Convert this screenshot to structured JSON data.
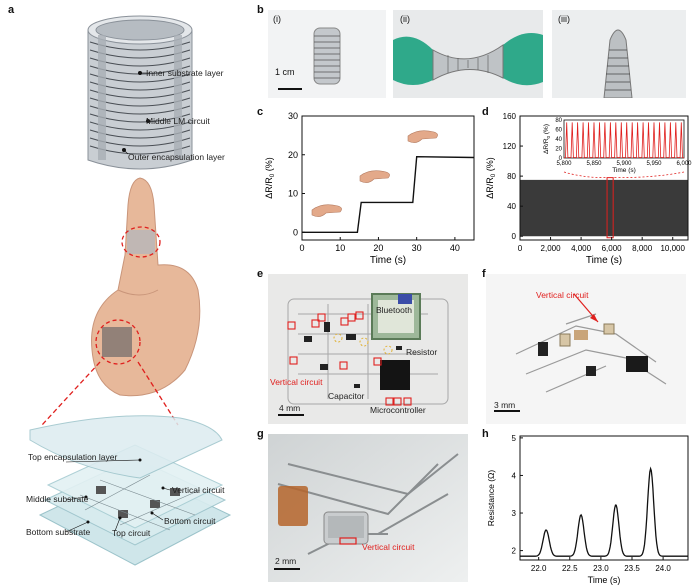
{
  "panels": {
    "a": "a",
    "b": "b",
    "c": "c",
    "d": "d",
    "e": "e",
    "f": "f",
    "g": "g",
    "h": "h"
  },
  "panel_a": {
    "top_labels": [
      "Inner substrate layer",
      "Middle LM circuit",
      "Outer encapsulation layer"
    ],
    "bottom_labels": [
      "Top encapsulation layer",
      "Middle substrate",
      "Bottom substrate",
      "Vertical circuit",
      "Bottom circuit",
      "Top circuit"
    ]
  },
  "panel_b": {
    "subs": [
      "(i)",
      "(ii)",
      "(iii)"
    ],
    "scale": "1 cm"
  },
  "panel_e": {
    "labels": {
      "bluetooth": "Bluetooth",
      "resistor": "Resistor",
      "vertical": "Vertical circuit",
      "capacitor": "Capacitor",
      "micro": "Microcontroller"
    },
    "scale": "4 mm"
  },
  "panel_f": {
    "vertical": "Vertical circuit",
    "scale": "3 mm"
  },
  "panel_g": {
    "vertical": "Vertical circuit",
    "scale": "2 mm"
  },
  "colors": {
    "red": "#e0201e",
    "black": "#111111"
  },
  "chart_data": [
    {
      "type": "line",
      "id": "c",
      "xlabel": "Time (s)",
      "ylabel": "ΔR/R0 (%)",
      "xlim": [
        0,
        45
      ],
      "ylim": [
        -2,
        30
      ],
      "xticks": [
        "0",
        "10",
        "20",
        "30",
        "40"
      ],
      "yticks": [
        "0",
        "10",
        "20",
        "30"
      ],
      "x": [
        0,
        14.5,
        15.5,
        29.0,
        30.0,
        45
      ],
      "series": [
        {
          "values": [
            0,
            0,
            7.7,
            7.7,
            19.5,
            19.3
          ]
        }
      ]
    },
    {
      "type": "line",
      "id": "d",
      "xlabel": "Time (s)",
      "ylabel": "ΔR/R0 (%)",
      "xlim": [
        0,
        11000
      ],
      "ylim": [
        -5,
        160
      ],
      "xticks": [
        "0",
        "2,000",
        "4,000",
        "6,000",
        "8,000",
        "10,000"
      ],
      "yticks": [
        "0",
        "40",
        "80",
        "120",
        "160"
      ],
      "band": [
        0,
        75
      ],
      "inset": {
        "xlabel": "Time (s)",
        "ylabel": "ΔR/R0 (%)",
        "xlim": [
          5800,
          6000
        ],
        "ylim": [
          0,
          80
        ],
        "xticks": [
          "5,800",
          "5,850",
          "5,900",
          "5,950",
          "6,000"
        ],
        "yticks": [
          "0",
          "20",
          "40",
          "60",
          "80"
        ],
        "peak": 75,
        "peak_count": 22
      }
    },
    {
      "type": "line",
      "id": "h",
      "xlabel": "Time (s)",
      "ylabel": "Resistance (Ω)",
      "xlim": [
        21.7,
        24.4
      ],
      "ylim": [
        1.75,
        5.05
      ],
      "xticks": [
        "22.0",
        "22.5",
        "23.0",
        "23.5",
        "24.0"
      ],
      "yticks": [
        "2",
        "3",
        "4",
        "5"
      ],
      "peaks": [
        {
          "x": 22.12,
          "y": 2.55
        },
        {
          "x": 22.68,
          "y": 2.95
        },
        {
          "x": 23.24,
          "y": 3.22
        },
        {
          "x": 23.8,
          "y": 4.18
        }
      ],
      "baseline": 1.85
    }
  ]
}
